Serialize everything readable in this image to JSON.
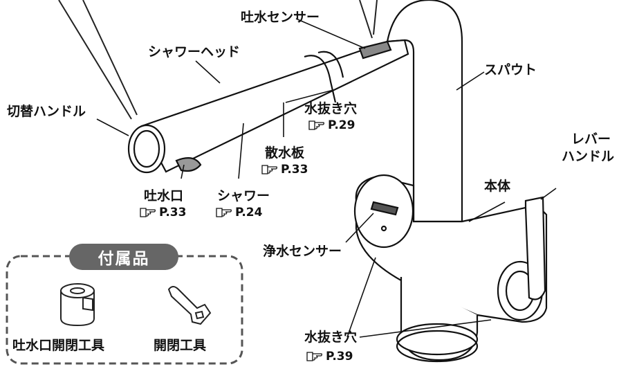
{
  "labels": {
    "spout_sensor": "吐水センサー",
    "shower_head": "シャワーヘッド",
    "spout": "スパウト",
    "switch_handle": "切替ハンドル",
    "drain_hole_top": "水抜き穴",
    "drain_hole_top_ref": "P.29",
    "spray_plate": "散水板",
    "spray_plate_ref": "P.33",
    "lever_handle_line1": "レバー",
    "lever_handle_line2": "ハンドル",
    "body": "本体",
    "outlet": "吐水口",
    "outlet_ref": "P.33",
    "shower": "シャワー",
    "shower_ref": "P.24",
    "purify_sensor": "浄水センサー",
    "drain_hole_bottom": "水抜き穴",
    "drain_hole_bottom_ref": "P.39"
  },
  "accessories": {
    "title": "付属品",
    "item1": "吐水口開閉工具",
    "item2": "開閉工具"
  }
}
